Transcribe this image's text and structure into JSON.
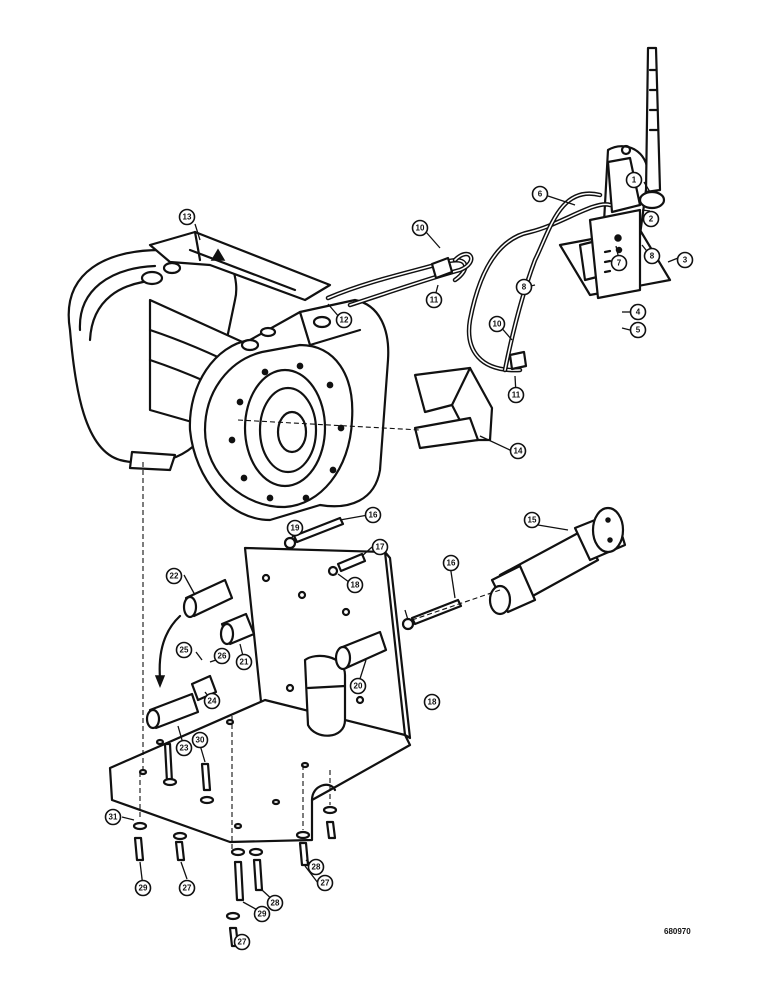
{
  "diagram": {
    "reference_code": "680970",
    "callouts": [
      {
        "id": "c1",
        "label": "1"
      },
      {
        "id": "c2",
        "label": "2"
      },
      {
        "id": "c3",
        "label": "3"
      },
      {
        "id": "c4",
        "label": "4"
      },
      {
        "id": "c5",
        "label": "5"
      },
      {
        "id": "c6",
        "label": "6"
      },
      {
        "id": "c7",
        "label": "7"
      },
      {
        "id": "c8a",
        "label": "8"
      },
      {
        "id": "c8b",
        "label": "8"
      },
      {
        "id": "c10a",
        "label": "10"
      },
      {
        "id": "c10b",
        "label": "10"
      },
      {
        "id": "c11a",
        "label": "11"
      },
      {
        "id": "c11b",
        "label": "11"
      },
      {
        "id": "c12",
        "label": "12"
      },
      {
        "id": "c13",
        "label": "13"
      },
      {
        "id": "c14",
        "label": "14"
      },
      {
        "id": "c15",
        "label": "15"
      },
      {
        "id": "c16a",
        "label": "16"
      },
      {
        "id": "c16b",
        "label": "16"
      },
      {
        "id": "c17",
        "label": "17"
      },
      {
        "id": "c18a",
        "label": "18"
      },
      {
        "id": "c18b",
        "label": "18"
      },
      {
        "id": "c19",
        "label": "19"
      },
      {
        "id": "c20",
        "label": "20"
      },
      {
        "id": "c21",
        "label": "21"
      },
      {
        "id": "c22",
        "label": "22"
      },
      {
        "id": "c23",
        "label": "23"
      },
      {
        "id": "c24",
        "label": "24"
      },
      {
        "id": "c25",
        "label": "25"
      },
      {
        "id": "c26",
        "label": "26"
      },
      {
        "id": "c27a",
        "label": "27"
      },
      {
        "id": "c27b",
        "label": "27"
      },
      {
        "id": "c27c",
        "label": "27"
      },
      {
        "id": "c28a",
        "label": "28"
      },
      {
        "id": "c28b",
        "label": "28"
      },
      {
        "id": "c29a",
        "label": "29"
      },
      {
        "id": "c29b",
        "label": "29"
      },
      {
        "id": "c30",
        "label": "30"
      },
      {
        "id": "c31",
        "label": "31"
      }
    ]
  }
}
